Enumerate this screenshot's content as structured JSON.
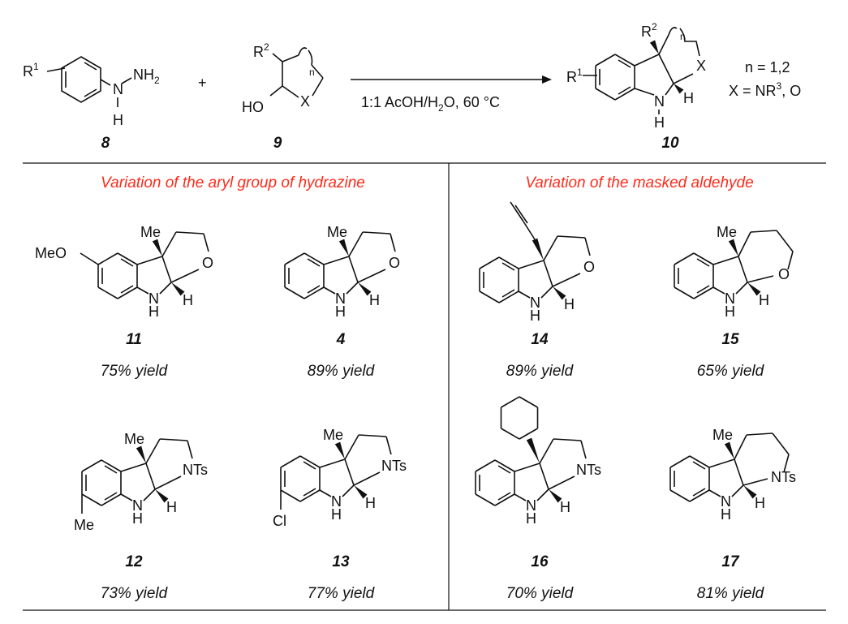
{
  "scheme": {
    "reactant1": {
      "label": "8",
      "r_group": "R",
      "r_sup": "1",
      "nh2": "NH",
      "nh2_sub": "2",
      "n": "N",
      "h": "H"
    },
    "plus": "+",
    "reactant2": {
      "label": "9",
      "r_group": "R",
      "r_sup": "2",
      "ho": "HO",
      "x": "X",
      "n_index": "n"
    },
    "conditions": {
      "pre": "1:1 AcOH/H",
      "sub": "2",
      "post": "O, 60 °C"
    },
    "product": {
      "label": "10",
      "r1": "R",
      "r1_sup": "1",
      "r2": "R",
      "r2_sup": "2",
      "x": "X",
      "n": "N",
      "h": "H",
      "n_index": "n"
    },
    "notes": {
      "line1": "n = 1,2",
      "line2_pre": "X = NR",
      "line2_sup": "3",
      "line2_post": ", O"
    }
  },
  "sections": [
    {
      "heading": "Variation of the aryl group of hydrazine",
      "color": "#ff2a1a"
    },
    {
      "heading": "Variation of the masked aldehyde",
      "color": "#ff2a1a"
    }
  ],
  "compounds": [
    {
      "id": "11",
      "yield": "75% yield",
      "c3": "Me",
      "hetero": "O",
      "sub": "MeO"
    },
    {
      "id": "4",
      "yield": "89% yield",
      "c3": "Me",
      "hetero": "O"
    },
    {
      "id": "14",
      "yield": "89% yield",
      "c3": "",
      "hetero": "O"
    },
    {
      "id": "15",
      "yield": "65% yield",
      "c3": "Me",
      "hetero": "O"
    },
    {
      "id": "12",
      "yield": "73% yield",
      "c3": "Me",
      "hetero": "NTs",
      "sub": "Me"
    },
    {
      "id": "13",
      "yield": "77% yield",
      "c3": "Me",
      "hetero": "NTs",
      "sub": "Cl"
    },
    {
      "id": "16",
      "yield": "70% yield",
      "c3": "",
      "hetero": "NTs"
    },
    {
      "id": "17",
      "yield": "81% yield",
      "c3": "Me",
      "hetero": "NTs"
    }
  ],
  "atom_labels": {
    "nh_n": "N",
    "h": "H"
  }
}
